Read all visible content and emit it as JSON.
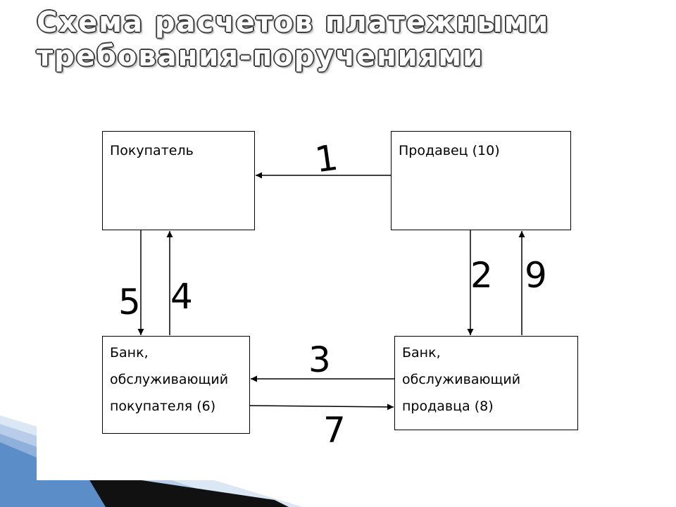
{
  "title": {
    "line1": "Схема расчетов платежными",
    "line2": "требования-поручениями"
  },
  "boxes": {
    "buyer": "Покупатель",
    "seller": "Продавец (10)",
    "buyer_bank": [
      "Банк,",
      "обслуживающий",
      "покупателя (6)"
    ],
    "seller_bank": [
      "Банк,",
      "обслуживающий",
      "продавца (8)"
    ]
  },
  "arrows": {
    "seller_to_buyer": "1",
    "seller_to_seller_bank": "2",
    "seller_bank_to_buyer_bank": "3",
    "buyer_bank_to_buyer": "4",
    "buyer_to_buyer_bank": "5",
    "buyer_bank_to_seller_bank": "7",
    "seller_bank_to_seller": "9"
  },
  "colors": {
    "title_fill": "#ffffff",
    "title_outline": "#404040",
    "decor_blue": "#5b8ec9",
    "decor_dark": "#111111"
  }
}
